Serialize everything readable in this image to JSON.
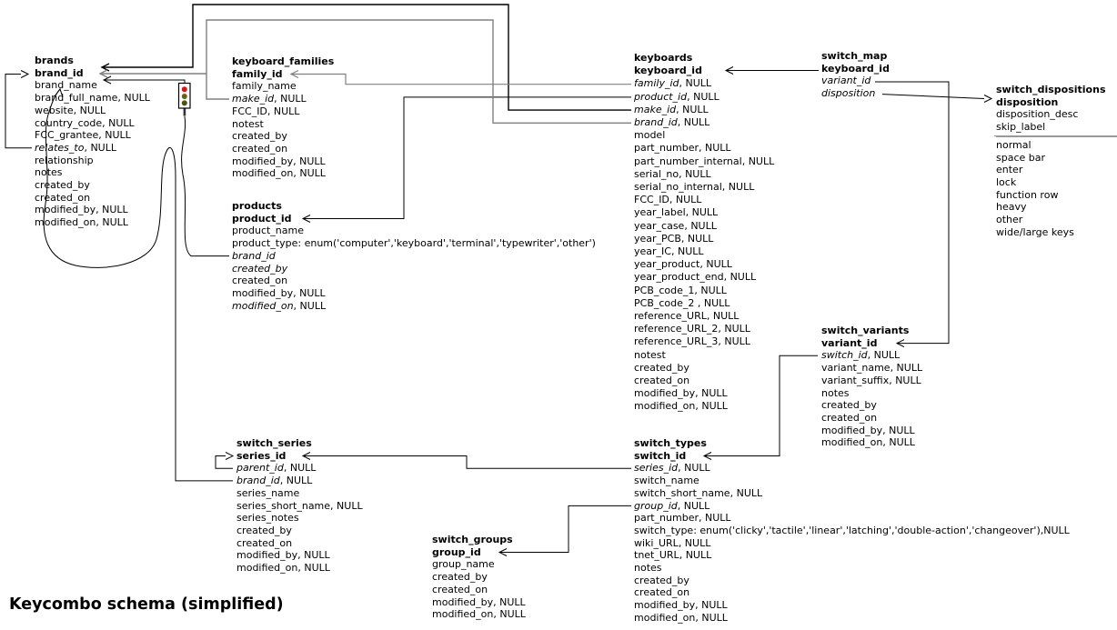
{
  "title": "Keycombo schema (simplified)",
  "null_suffix": ", NULL",
  "colors": {
    "line_black": "#000000",
    "line_gray": "#808080",
    "rule_gray": "#999999",
    "traffic_red": "#e01111",
    "traffic_amber": "#6b5f10",
    "traffic_green": "#445510"
  },
  "icons": [
    {
      "name": "traffic-light-icon"
    }
  ],
  "tables": [
    {
      "id": "brands",
      "name": "brands",
      "fields": [
        {
          "t": "brand_id",
          "b": true
        },
        {
          "t": "brand_name"
        },
        {
          "t": "brand_full_name",
          "n": true
        },
        {
          "t": "website",
          "n": true
        },
        {
          "t": "country_code",
          "n": true
        },
        {
          "t": "FCC_grantee",
          "n": true
        },
        {
          "t": "relates_to",
          "i": true,
          "n": true
        },
        {
          "t": "relationship"
        },
        {
          "t": "notes"
        },
        {
          "t": "created_by"
        },
        {
          "t": "created_on"
        },
        {
          "t": "modified_by",
          "n": true
        },
        {
          "t": "modified_on",
          "n": true
        }
      ]
    },
    {
      "id": "keyboard_families",
      "name": "keyboard_families",
      "fields": [
        {
          "t": "family_id",
          "b": true
        },
        {
          "t": "family_name"
        },
        {
          "t": "make_id",
          "i": true,
          "n": true
        },
        {
          "t": "FCC_ID",
          "n": true
        },
        {
          "t": "notest"
        },
        {
          "t": "created_by"
        },
        {
          "t": "created_on"
        },
        {
          "t": "modified_by",
          "n": true
        },
        {
          "t": "modified_on",
          "n": true
        }
      ]
    },
    {
      "id": "products",
      "name": "products",
      "fields": [
        {
          "t": "product_id",
          "b": true
        },
        {
          "t": "product_name"
        },
        {
          "t": "product_type: enum('computer','keyboard','terminal','typewriter','other')"
        },
        {
          "t": "brand_id",
          "i": true
        },
        {
          "t": "created_by",
          "i": true
        },
        {
          "t": "created_on"
        },
        {
          "t": "modified_by",
          "n": true
        },
        {
          "t": "modified_on",
          "i": true,
          "n": true
        }
      ]
    },
    {
      "id": "keyboards",
      "name": "keyboards",
      "fields": [
        {
          "t": "keyboard_id",
          "b": true
        },
        {
          "t": "family_id",
          "i": true,
          "n": true
        },
        {
          "t": "product_id",
          "i": true,
          "n": true
        },
        {
          "t": "make_id",
          "i": true,
          "n": true
        },
        {
          "t": "brand_id",
          "i": true,
          "n": true
        },
        {
          "t": "model"
        },
        {
          "t": "part_number",
          "n": true
        },
        {
          "t": "part_number_internal",
          "n": true
        },
        {
          "t": "serial_no",
          "n": true
        },
        {
          "t": "serial_no_internal",
          "n": true
        },
        {
          "t": "FCC_ID",
          "n": true
        },
        {
          "t": "year_label",
          "n": true
        },
        {
          "t": "year_case",
          "n": true
        },
        {
          "t": "year_PCB",
          "n": true
        },
        {
          "t": "year_IC",
          "n": true
        },
        {
          "t": "year_product",
          "n": true
        },
        {
          "t": "year_product_end",
          "n": true
        },
        {
          "t": "PCB_code_1",
          "n": true
        },
        {
          "t": "PCB_code_2 ",
          "n": true
        },
        {
          "t": "reference_URL",
          "n": true
        },
        {
          "t": "reference_URL_2",
          "n": true
        },
        {
          "t": "reference_URL_3",
          "n": true
        },
        {
          "t": "notest"
        },
        {
          "t": "created_by"
        },
        {
          "t": "created_on"
        },
        {
          "t": "modified_by",
          "n": true
        },
        {
          "t": "modified_on",
          "n": true
        }
      ]
    },
    {
      "id": "switch_map",
      "name": "switch_map",
      "fields": [
        {
          "t": "keyboard_id",
          "b": true
        },
        {
          "t": "variant_id",
          "i": true
        },
        {
          "t": "disposition",
          "i": true
        }
      ]
    },
    {
      "id": "switch_dispositions",
      "name": "switch_dispositions",
      "fields": [
        {
          "t": "disposition",
          "b": true
        },
        {
          "t": "disposition_desc"
        },
        {
          "t": "skip_label"
        }
      ],
      "values": [
        "normal",
        "space bar",
        "enter",
        "lock",
        "function row",
        "heavy",
        "other",
        "wide/large keys"
      ]
    },
    {
      "id": "switch_variants",
      "name": "switch_variants",
      "fields": [
        {
          "t": "variant_id",
          "b": true
        },
        {
          "t": "switch_id",
          "i": true,
          "n": true
        },
        {
          "t": "variant_name",
          "n": true
        },
        {
          "t": "variant_suffix",
          "n": true
        },
        {
          "t": "notes"
        },
        {
          "t": "created_by"
        },
        {
          "t": "created_on"
        },
        {
          "t": "modified_by",
          "n": true
        },
        {
          "t": "modified_on",
          "n": true
        }
      ]
    },
    {
      "id": "switch_series",
      "name": "switch_series",
      "fields": [
        {
          "t": "series_id",
          "b": true
        },
        {
          "t": "parent_id",
          "i": true,
          "n": true
        },
        {
          "t": "brand_id",
          "i": true,
          "n": true
        },
        {
          "t": "series_name"
        },
        {
          "t": "series_short_name",
          "n": true
        },
        {
          "t": "series_notes"
        },
        {
          "t": "created_by"
        },
        {
          "t": "created_on"
        },
        {
          "t": "modified_by",
          "n": true
        },
        {
          "t": "modified_on",
          "n": true
        }
      ]
    },
    {
      "id": "switch_types",
      "name": "switch_types",
      "fields": [
        {
          "t": "switch_id",
          "b": true
        },
        {
          "t": "series_id",
          "i": true,
          "n": true
        },
        {
          "t": "switch_name"
        },
        {
          "t": "switch_short_name",
          "n": true
        },
        {
          "t": "group_id",
          "i": true,
          "n": true
        },
        {
          "t": "part_number",
          "n": true
        },
        {
          "t": "switch_type: enum('clicky','tactile','linear','latching','double-action','changeover'),NULL"
        },
        {
          "t": "wiki_URL",
          "n": true
        },
        {
          "t": "tnet_URL",
          "n": true
        },
        {
          "t": "notes"
        },
        {
          "t": "created_by"
        },
        {
          "t": "created_on"
        },
        {
          "t": "modified_by",
          "n": true
        },
        {
          "t": "modified_on",
          "n": true
        }
      ]
    },
    {
      "id": "switch_groups",
      "name": "switch_groups",
      "fields": [
        {
          "t": "group_id",
          "b": true
        },
        {
          "t": "group_name"
        },
        {
          "t": "created_by"
        },
        {
          "t": "created_on"
        },
        {
          "t": "modified_by",
          "n": true
        },
        {
          "t": "modified_on",
          "n": true
        }
      ]
    }
  ]
}
